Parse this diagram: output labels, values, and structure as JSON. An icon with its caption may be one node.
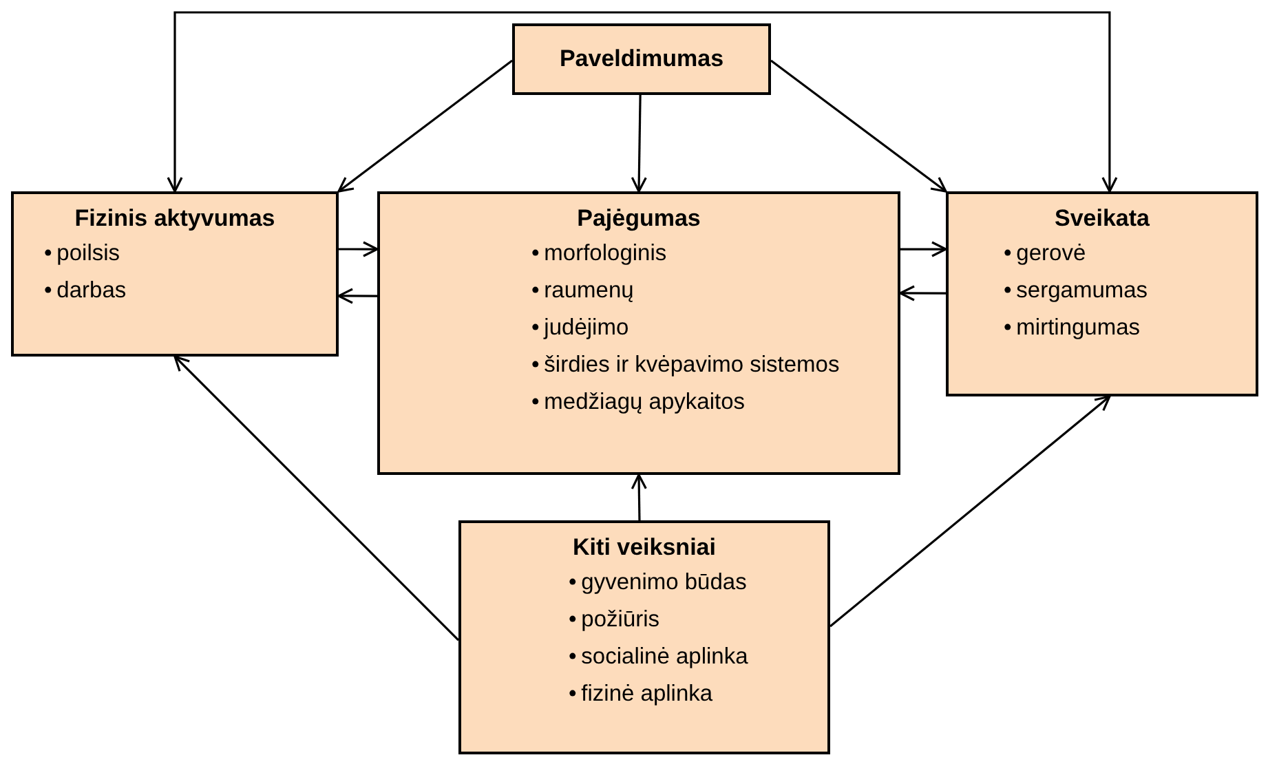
{
  "diagram": {
    "nodes": [
      {
        "text": [
          "Paveldimumas"
        ]
      },
      {
        "text": [
          "Fizinis aktyvumas",
          "•\tpoilsis",
          "•\tdarbas"
        ]
      },
      {
        "text": [
          "Pajėgumas",
          "•\tmorfologinis",
          "•\traumenų",
          "•\tjudėjimo",
          "•\tširdies ir kvėpavimo sistemos",
          "•\tmedžiagų apykaitos"
        ]
      },
      {
        "text": [
          "Sveikata",
          "•\tgerovė",
          "•\tsergamumas",
          "•\tmirtingumas"
        ]
      },
      {
        "text": [
          "Kiti veiksniai",
          "•\tgyvenimo būdas",
          "•\tpožiūris",
          "•\tsocialinė aplinka",
          "•\tfizinė aplinka"
        ]
      }
    ],
    "edges": [
      {
        "from": 1,
        "to": 3,
        "arrow": "both"
      },
      {
        "from": 0,
        "to": 1,
        "arrow": "to"
      },
      {
        "from": 0,
        "to": 2,
        "arrow": "to"
      },
      {
        "from": 0,
        "to": 3,
        "arrow": "to"
      },
      {
        "from": 1,
        "to": 2,
        "arrow": "to"
      },
      {
        "from": 2,
        "to": 1,
        "arrow": "to"
      },
      {
        "from": 2,
        "to": 3,
        "arrow": "to"
      },
      {
        "from": 3,
        "to": 2,
        "arrow": "to"
      },
      {
        "from": 4,
        "to": 2,
        "arrow": "to"
      },
      {
        "from": 4,
        "to": 1,
        "arrow": "to"
      },
      {
        "from": 4,
        "to": 3,
        "arrow": "to"
      }
    ]
  }
}
